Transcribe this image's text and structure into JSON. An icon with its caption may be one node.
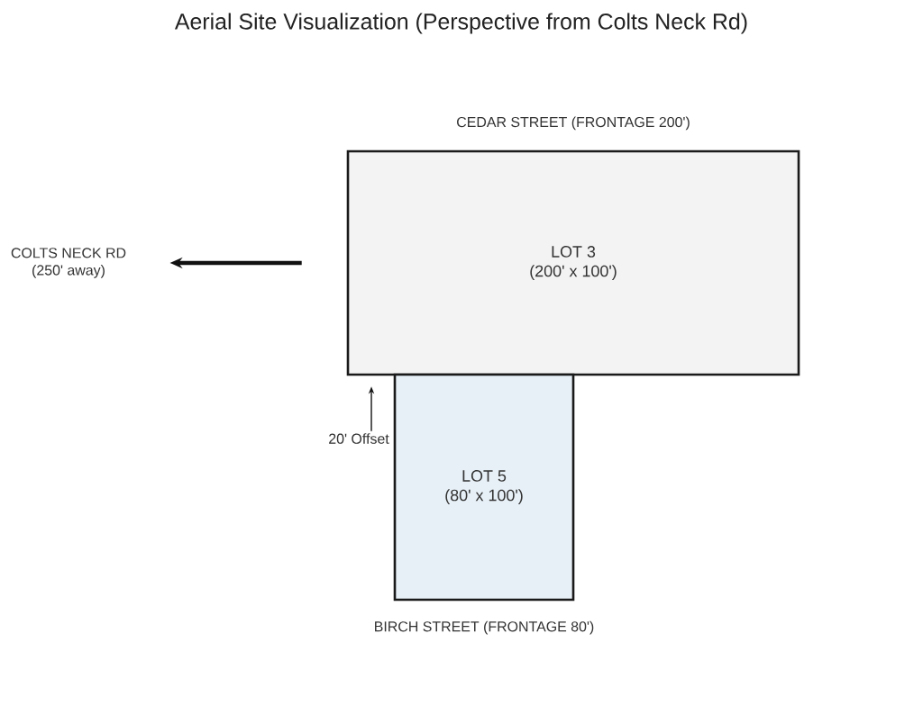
{
  "diagram": {
    "title": "Aerial Site Visualization (Perspective from Colts Neck Rd)",
    "nodes": [
      {
        "text": [
          "LOT 3",
          "(200' x 100')"
        ],
        "beside": [
          "CEDAR STREET (FRONTAGE 200')"
        ]
      },
      {
        "text": [
          "LOT 5",
          "(80' x 100')"
        ],
        "beside": [
          "BIRCH STREET (FRONTAGE 80')"
        ]
      },
      {
        "text": [
          "COLTS NECK RD",
          "(250' away)"
        ]
      },
      {
        "text": [
          "20' Offset"
        ]
      }
    ],
    "edges": [
      {
        "from": 0,
        "to": 2,
        "arrow": "to",
        "style": "thick"
      },
      {
        "from": 3,
        "to": 0,
        "arrow": "to"
      }
    ]
  }
}
